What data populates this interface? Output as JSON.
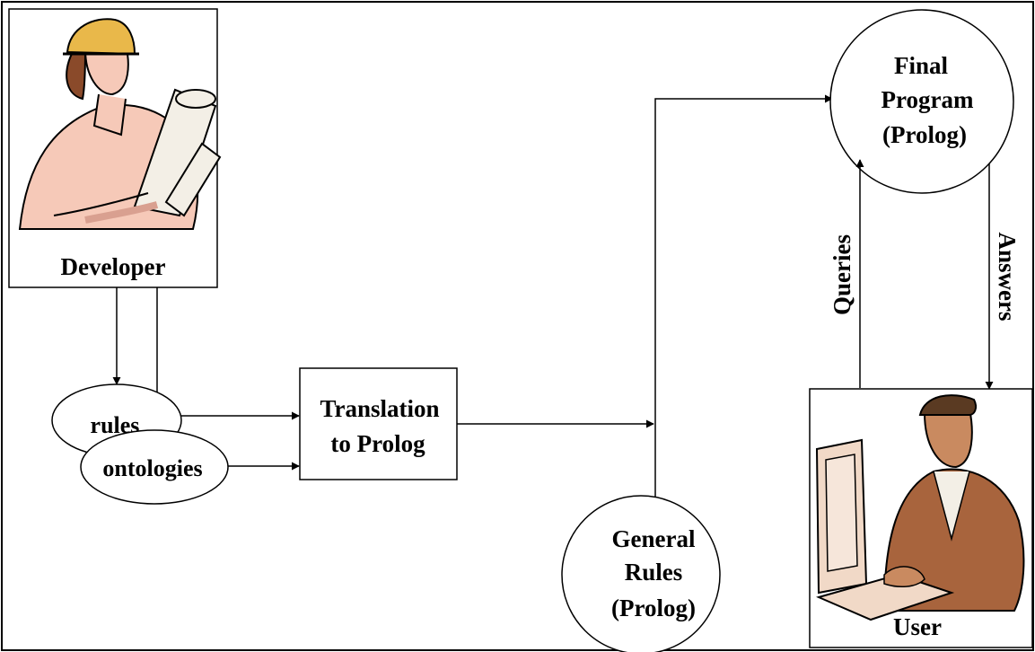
{
  "nodes": {
    "developer": {
      "label": "Developer",
      "icon": "developer-clipart-icon"
    },
    "rules": {
      "label": "rules"
    },
    "ontologies": {
      "label": "ontologies"
    },
    "translation": {
      "line1": "Translation",
      "line2": "to Prolog"
    },
    "general_rules": {
      "line1": "General",
      "line2": "Rules",
      "line3": "(Prolog)"
    },
    "final_program": {
      "line1": "Final",
      "line2": "Program",
      "line3": "(Prolog)"
    },
    "user": {
      "label": "User",
      "icon": "user-at-computer-clipart-icon"
    }
  },
  "edges": {
    "queries": "Queries",
    "answers": "Answers"
  },
  "colors": {
    "line": "#000000",
    "skin_tone": "#f6c9b8",
    "helmet": "#e9b84a",
    "suit": "#a8643d"
  }
}
